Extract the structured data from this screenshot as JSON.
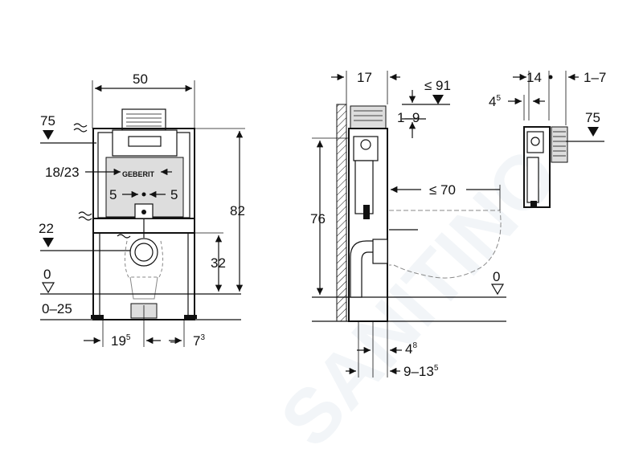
{
  "watermark": "SANITINO",
  "brand_label": "GEBERIT",
  "front_view": {
    "width": "50",
    "height": "82",
    "flush_plate_spacing": "18/23",
    "offset_left": "5",
    "offset_right": "5",
    "level_top": "75",
    "level_mid": "22",
    "level_floor": "0",
    "drain_height": "32",
    "floor_range": "0–25",
    "bottom_left_value": "19",
    "bottom_left_sup": "5",
    "bottom_right_value": "7",
    "bottom_right_sup": "3"
  },
  "side_view": {
    "frame_depth": "17",
    "top_max": "≤ 91",
    "top_range": "1–9",
    "bowl_projection": "≤ 70",
    "height": "76",
    "level_floor": "0",
    "bottom_value": "4",
    "bottom_sup": "8",
    "wall_range_value": "9–13",
    "wall_range_sup": "5"
  },
  "detail_view": {
    "depth": "14",
    "range": "1–7",
    "offset_value": "4",
    "offset_sup": "5",
    "level": "75"
  }
}
